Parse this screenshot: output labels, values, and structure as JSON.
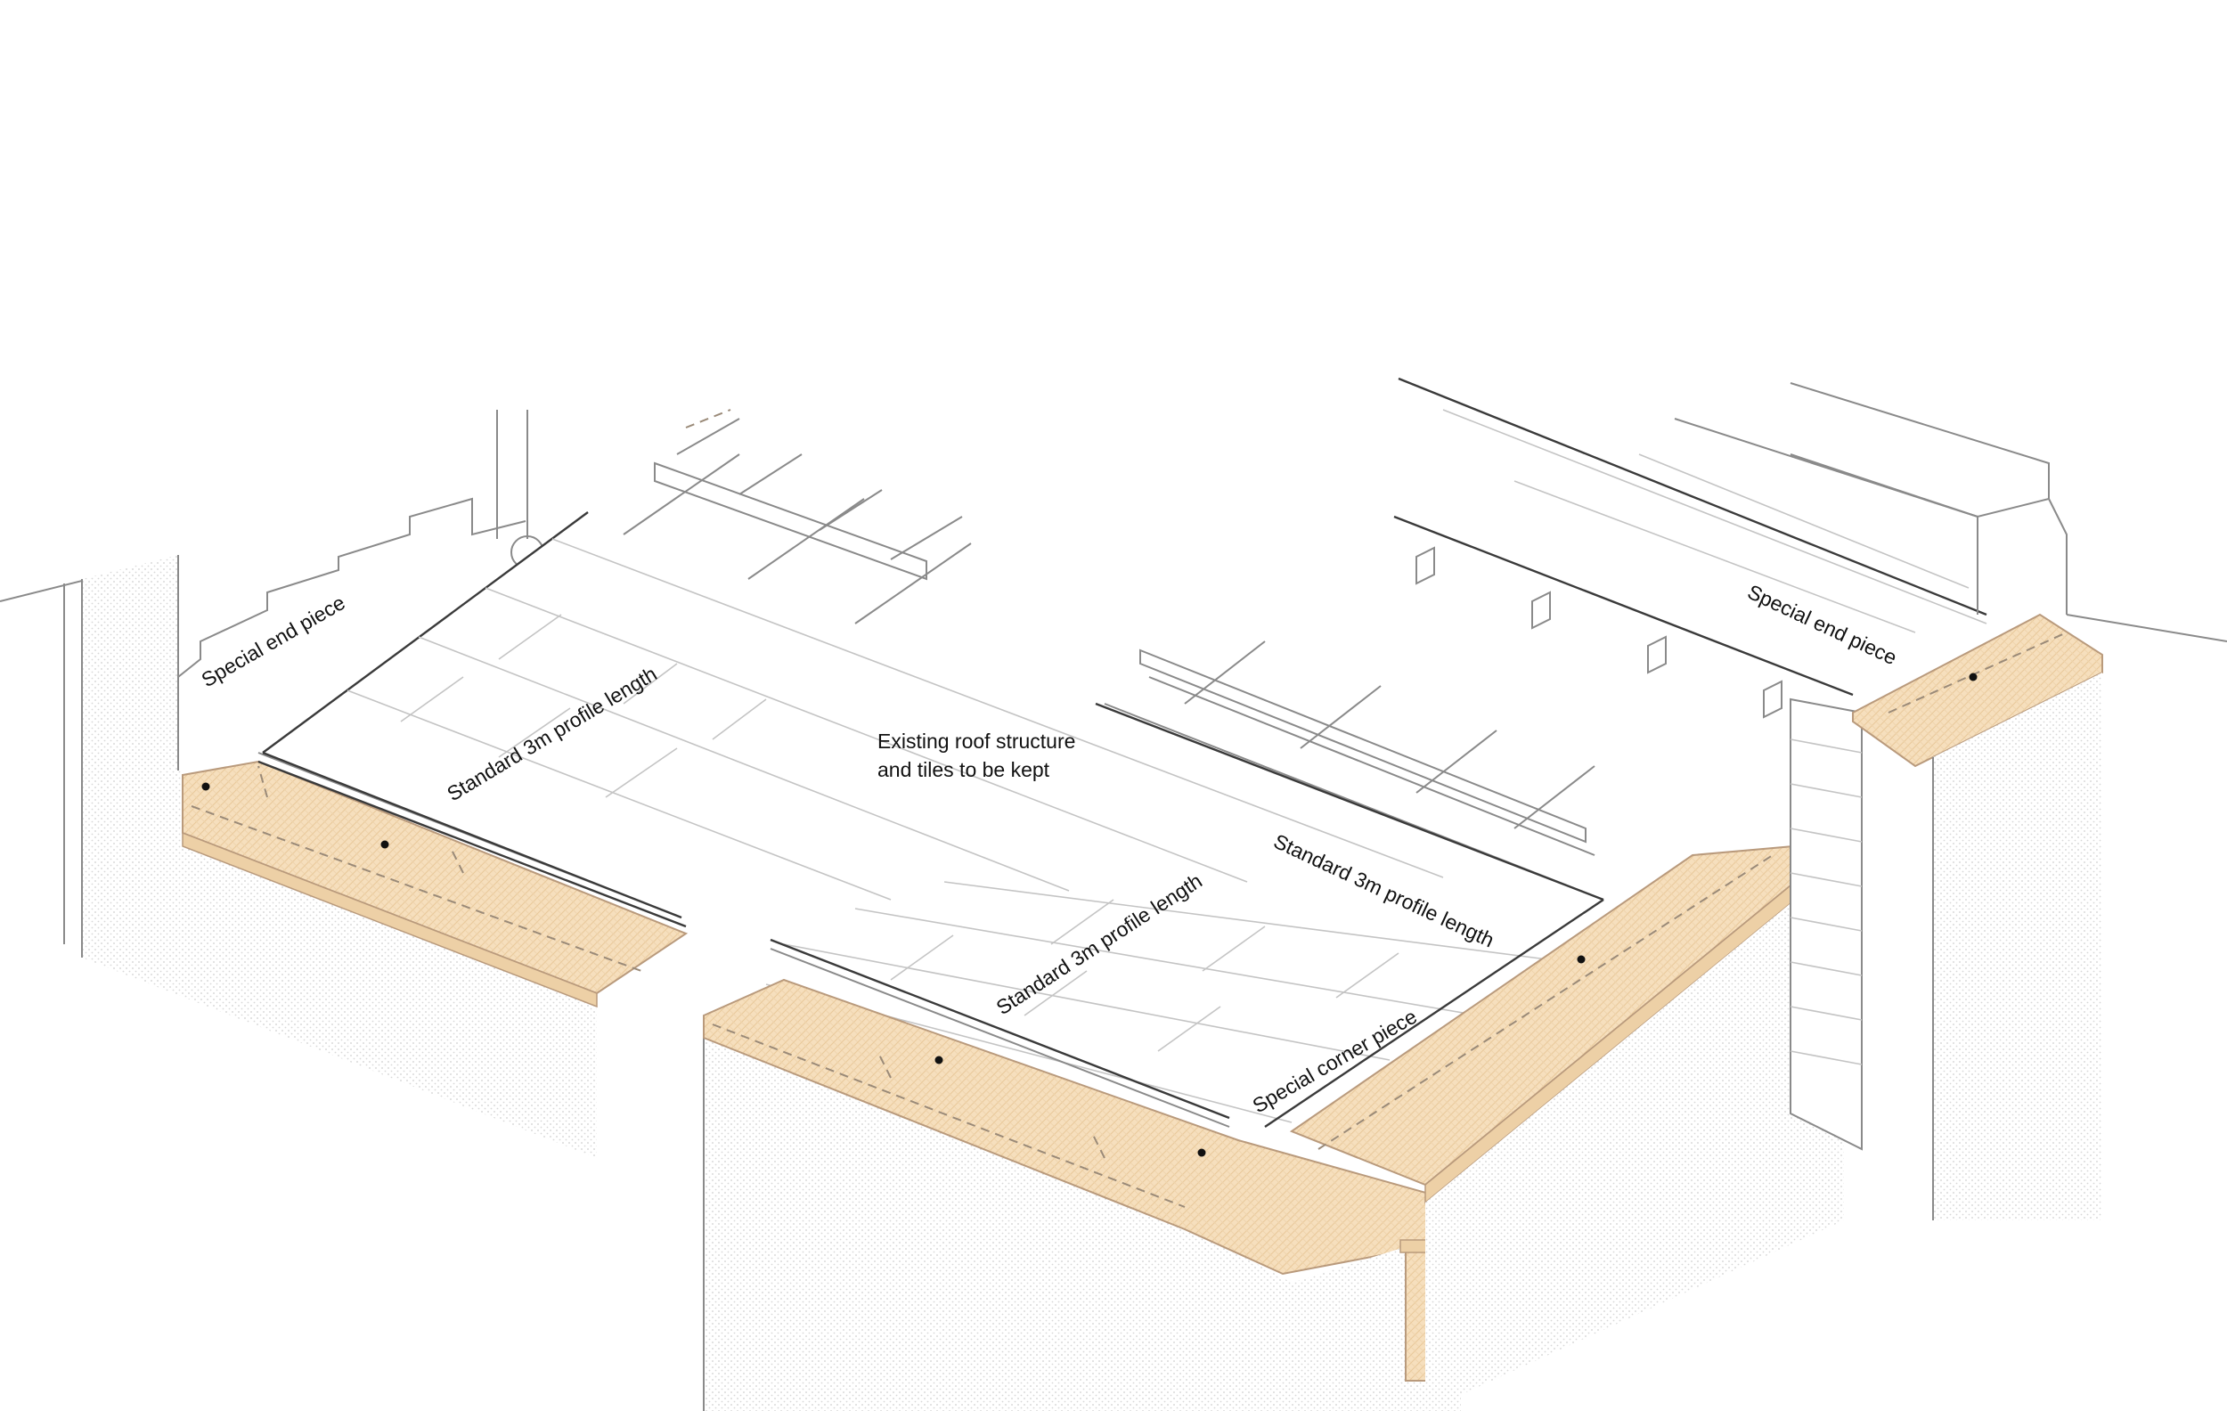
{
  "labels": {
    "end_piece_left": "Special end piece",
    "profile_left": "Standard 3m profile length",
    "existing_roof_line1": "Existing roof structure",
    "existing_roof_line2": "and tiles to be kept",
    "profile_middle": "Standard 3m profile length",
    "profile_right": "Standard 3m profile length",
    "corner_piece": "Special corner piece",
    "end_piece_right": "Special end piece"
  },
  "colors": {
    "timber_fill": "#f6dfbd",
    "timber_stroke": "#b99a7c",
    "wall_texture": "#d2d2d2",
    "line": "#8a8a8a",
    "edge_dark": "#3a3a3a",
    "background": "#ffffff"
  }
}
